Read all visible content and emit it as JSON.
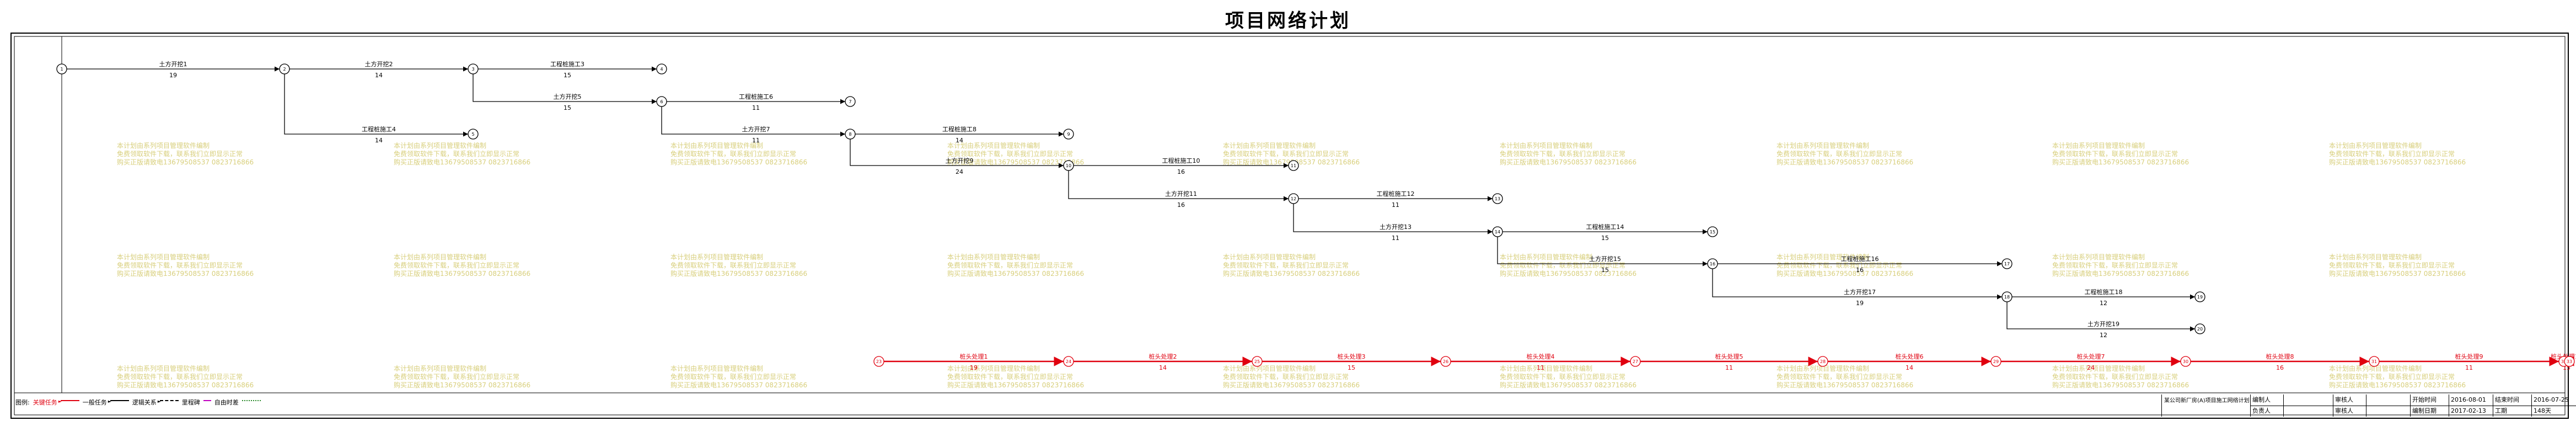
{
  "title": "项目网络计划",
  "colors": {
    "normal": "#000000",
    "critical": "#e0000f",
    "watermark": "#d8cf7c"
  },
  "nodes": [
    {
      "id": "n1",
      "label": "1"
    },
    {
      "id": "n2",
      "label": "2"
    },
    {
      "id": "n3",
      "label": "3"
    },
    {
      "id": "n4",
      "label": "4"
    },
    {
      "id": "n5",
      "label": "5"
    },
    {
      "id": "n6",
      "label": "6"
    },
    {
      "id": "n7",
      "label": "7"
    },
    {
      "id": "n8",
      "label": "8"
    },
    {
      "id": "n9",
      "label": "9"
    },
    {
      "id": "n10",
      "label": "10"
    },
    {
      "id": "n11",
      "label": "11"
    },
    {
      "id": "n12",
      "label": "12"
    },
    {
      "id": "n13",
      "label": "13"
    },
    {
      "id": "n14",
      "label": "14"
    },
    {
      "id": "n15",
      "label": "15"
    },
    {
      "id": "n16",
      "label": "16"
    },
    {
      "id": "n17",
      "label": "17"
    },
    {
      "id": "n18",
      "label": "18"
    },
    {
      "id": "n19",
      "label": "19"
    },
    {
      "id": "n20",
      "label": "20"
    },
    {
      "id": "n21",
      "label": "21"
    },
    {
      "id": "n22",
      "label": "22"
    },
    {
      "id": "c1",
      "label": "23"
    },
    {
      "id": "c2",
      "label": "24"
    },
    {
      "id": "c3",
      "label": "25"
    },
    {
      "id": "c4",
      "label": "26"
    },
    {
      "id": "c5",
      "label": "27"
    },
    {
      "id": "c6",
      "label": "28"
    },
    {
      "id": "c7",
      "label": "29"
    },
    {
      "id": "c8",
      "label": "30"
    },
    {
      "id": "c9",
      "label": "31"
    },
    {
      "id": "c10",
      "label": "32"
    },
    {
      "id": "c11",
      "label": "33"
    }
  ],
  "activities": [
    {
      "from": "n1",
      "to": "n2",
      "name": "土方开挖1",
      "duration": "19",
      "critical": false
    },
    {
      "from": "n2",
      "to": "n3",
      "name": "土方开挖2",
      "duration": "14",
      "critical": false
    },
    {
      "from": "n3",
      "to": "n4",
      "name": "工程桩施工3",
      "duration": "15",
      "critical": false
    },
    {
      "from": "n2",
      "to": "n5",
      "name": "工程桩施工4",
      "duration": "14",
      "critical": false
    },
    {
      "from": "n3",
      "to": "n6",
      "name": "土方开挖5",
      "duration": "15",
      "critical": false
    },
    {
      "from": "n6",
      "to": "n7",
      "name": "工程桩施工6",
      "duration": "11",
      "critical": false
    },
    {
      "from": "n6",
      "to": "n8",
      "name": "土方开挖7",
      "duration": "11",
      "critical": false
    },
    {
      "from": "n8",
      "to": "n9",
      "name": "工程桩施工8",
      "duration": "14",
      "critical": false
    },
    {
      "from": "n8",
      "to": "n10",
      "name": "土方开挖9",
      "duration": "24",
      "critical": false
    },
    {
      "from": "n10",
      "to": "n11",
      "name": "工程桩施工10",
      "duration": "16",
      "critical": false
    },
    {
      "from": "n10",
      "to": "n12",
      "name": "土方开挖11",
      "duration": "16",
      "critical": false
    },
    {
      "from": "n12",
      "to": "n13",
      "name": "工程桩施工12",
      "duration": "11",
      "critical": false
    },
    {
      "from": "n12",
      "to": "n14",
      "name": "土方开挖13",
      "duration": "11",
      "critical": false
    },
    {
      "from": "n14",
      "to": "n15",
      "name": "工程桩施工14",
      "duration": "15",
      "critical": false
    },
    {
      "from": "n14",
      "to": "n16",
      "name": "土方开挖15",
      "duration": "15",
      "critical": false
    },
    {
      "from": "n16",
      "to": "n17",
      "name": "工程桩施工16",
      "duration": "16",
      "critical": false
    },
    {
      "from": "n16",
      "to": "n18",
      "name": "土方开挖17",
      "duration": "19",
      "critical": false
    },
    {
      "from": "n18",
      "to": "n19",
      "name": "工程桩施工18",
      "duration": "12",
      "critical": false
    },
    {
      "from": "n18",
      "to": "n20",
      "name": "土方开挖19",
      "duration": "12",
      "critical": false
    },
    {
      "from": "c1",
      "to": "c2",
      "name": "桩头处理1",
      "duration": "19",
      "critical": true
    },
    {
      "from": "c2",
      "to": "c3",
      "name": "桩头处理2",
      "duration": "14",
      "critical": true
    },
    {
      "from": "c3",
      "to": "c4",
      "name": "桩头处理3",
      "duration": "15",
      "critical": true
    },
    {
      "from": "c4",
      "to": "c5",
      "name": "桩头处理4",
      "duration": "11",
      "critical": true
    },
    {
      "from": "c5",
      "to": "c6",
      "name": "桩头处理5",
      "duration": "11",
      "critical": true
    },
    {
      "from": "c6",
      "to": "c7",
      "name": "桩头处理6",
      "duration": "14",
      "critical": true
    },
    {
      "from": "c7",
      "to": "c8",
      "name": "桩头处理7",
      "duration": "24",
      "critical": true
    },
    {
      "from": "c8",
      "to": "c9",
      "name": "桩头处理8",
      "duration": "16",
      "critical": true
    },
    {
      "from": "c9",
      "to": "c10",
      "name": "桩头处理9",
      "duration": "11",
      "critical": true
    },
    {
      "from": "c10",
      "to": "c11",
      "name": "桩头处理10",
      "duration": "15",
      "critical": true
    }
  ],
  "watermark": [
    "本计划由系列项目管理软件编制",
    "免费领取软件下载，联系我们立即显示正常",
    "购买正版请致电13679508537 0823716866"
  ],
  "legend": {
    "label": "图例:",
    "critical": "关键任务",
    "normal": "一般任务",
    "logic": "逻辑关系",
    "milestone": "里程碑",
    "free": "自由时差"
  },
  "info": {
    "project_name": "某公司新厂房(A)项目施工网络计划",
    "drawn_by_label": "编制人",
    "drawn_by": "",
    "checked_by_label": "审核人",
    "checked_by": "",
    "lead_label": "负责人",
    "lead": "",
    "start_label": "开始时间",
    "start": "2016-08-01",
    "finish_label": "结束时间",
    "finish": "2016-07-25",
    "date_label": "编制日期",
    "date": "2017-02-13",
    "duration_label": "工期",
    "duration": "148天"
  }
}
